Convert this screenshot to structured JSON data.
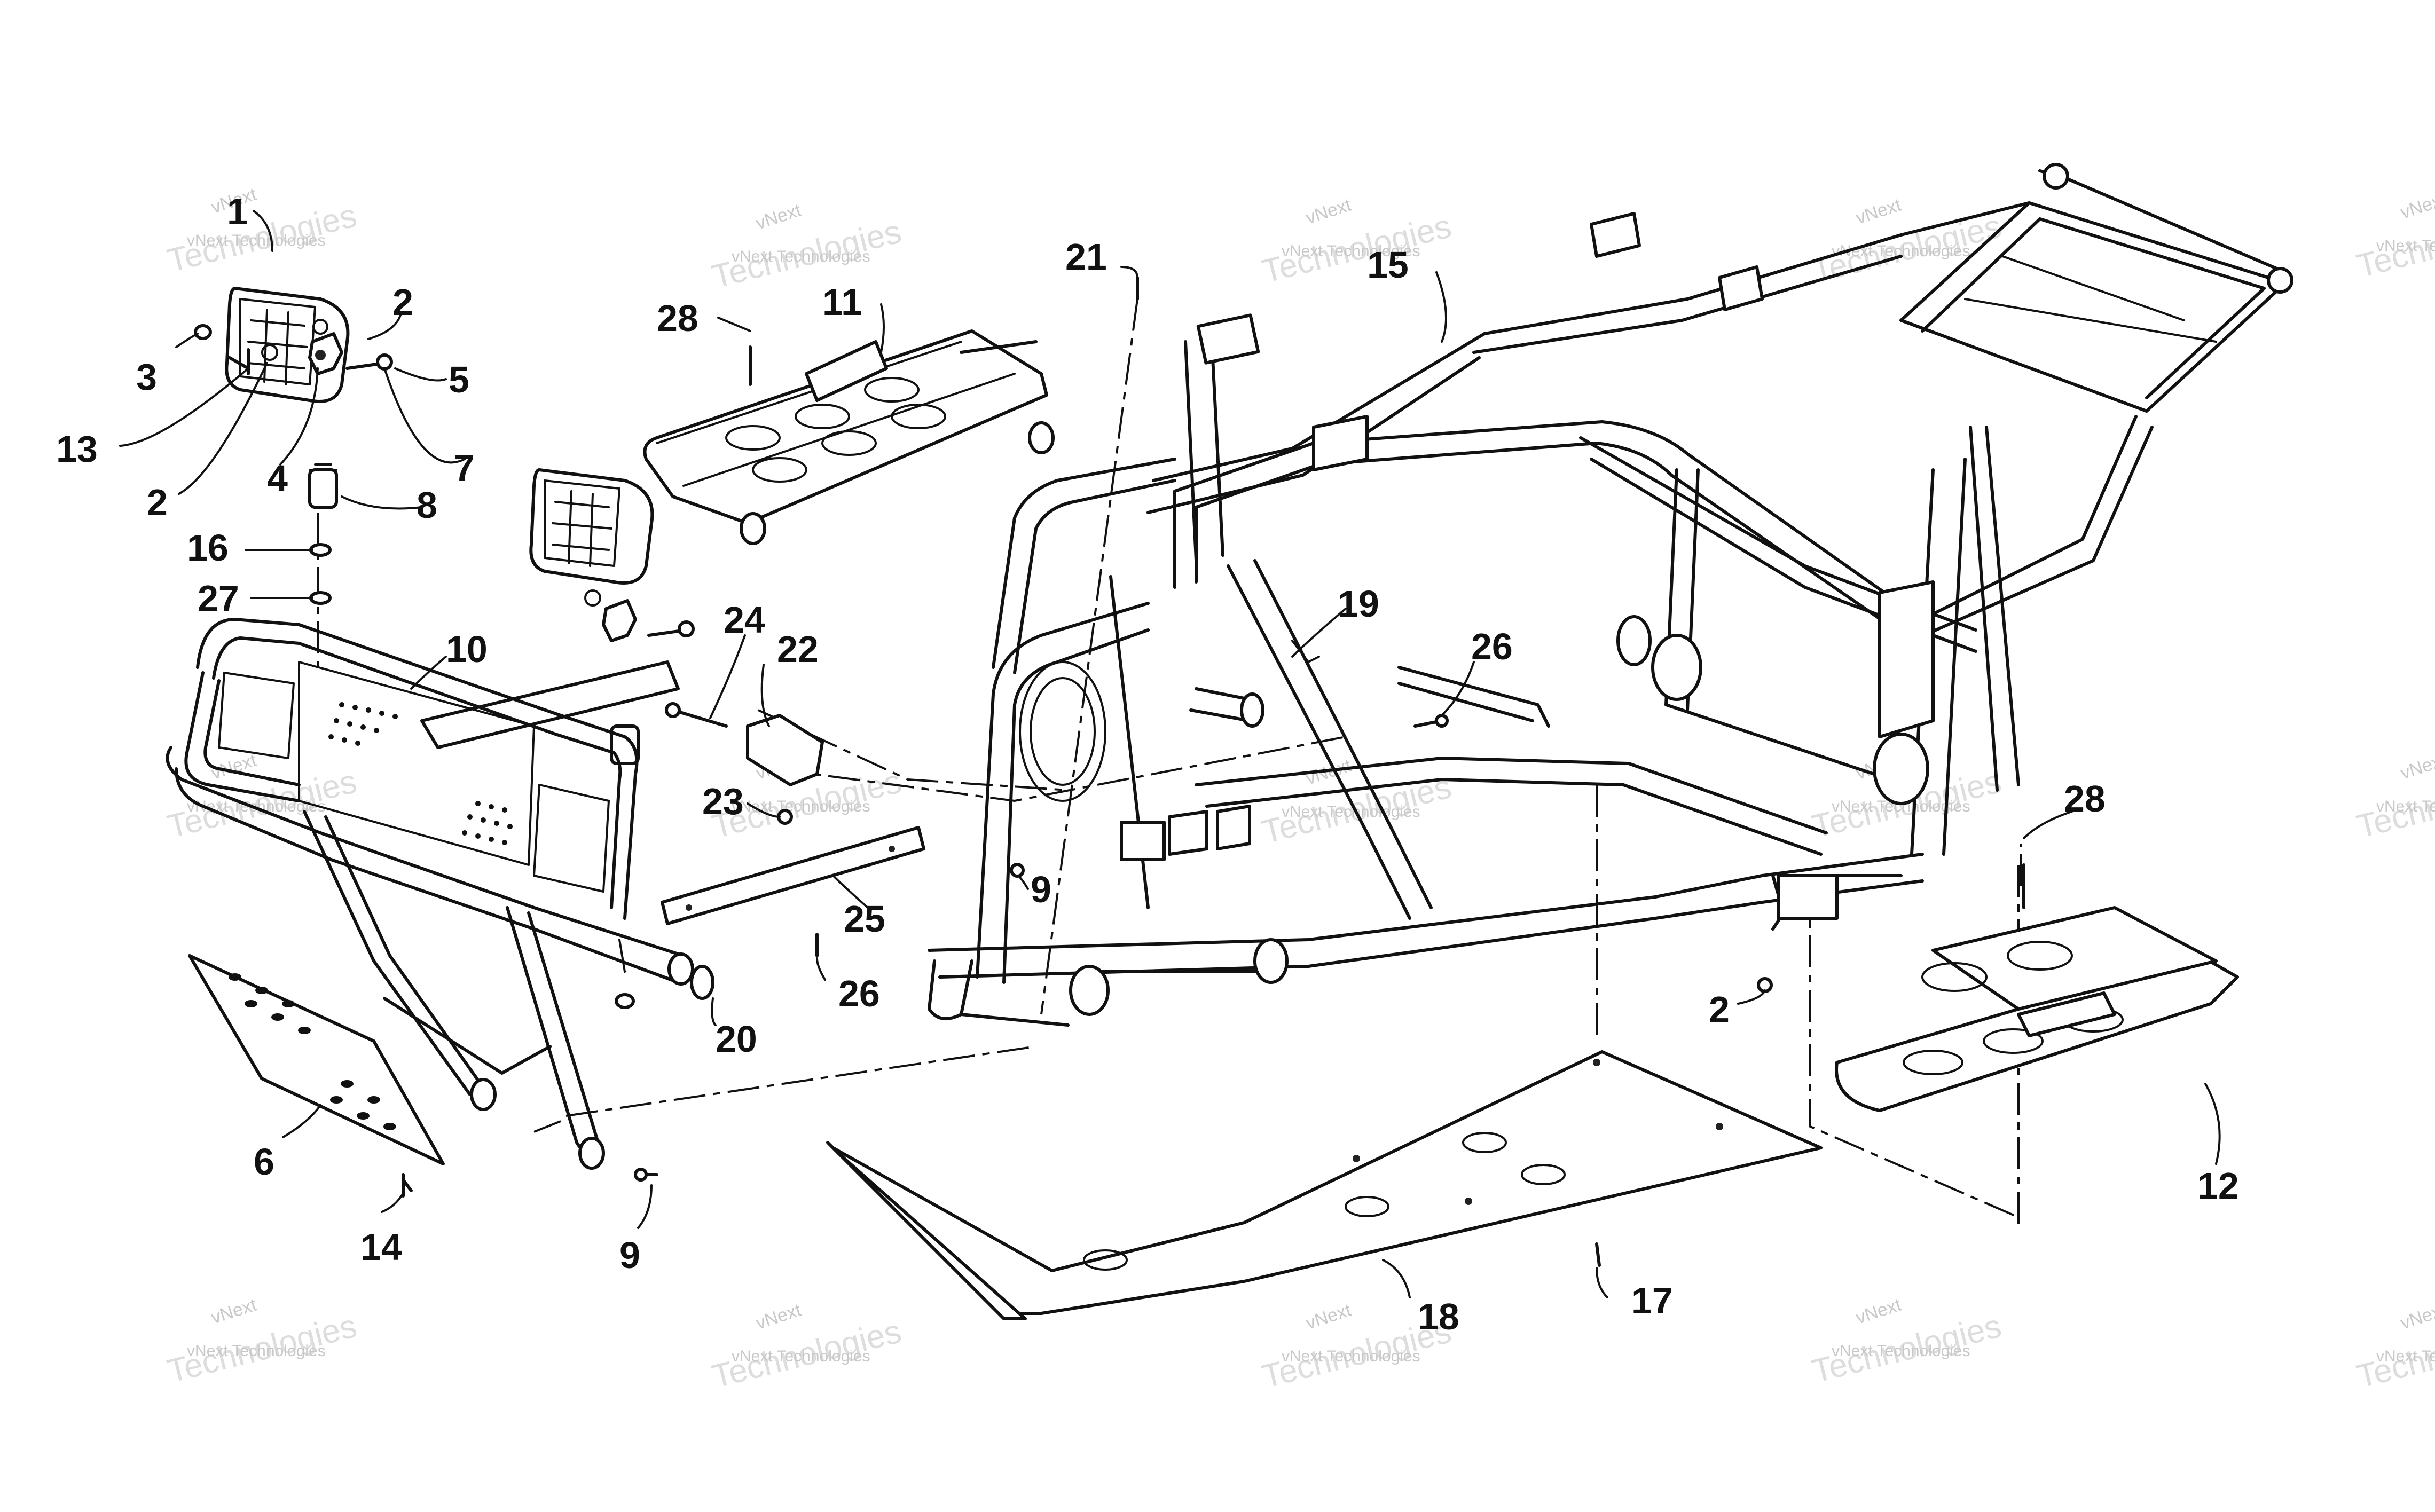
{
  "diagram": {
    "type": "exploded-parts-diagram",
    "callouts": [
      "1",
      "2",
      "3",
      "13",
      "2",
      "4",
      "5",
      "7",
      "8",
      "16",
      "27",
      "10",
      "6",
      "14",
      "9",
      "20",
      "24",
      "22",
      "23",
      "25",
      "26",
      "9",
      "28",
      "11",
      "21",
      "15",
      "19",
      "26",
      "28",
      "2",
      "12",
      "18",
      "17"
    ],
    "watermark": {
      "line1": "vNext",
      "line2": "vNext Technologies",
      "line3": "Technologies"
    }
  }
}
